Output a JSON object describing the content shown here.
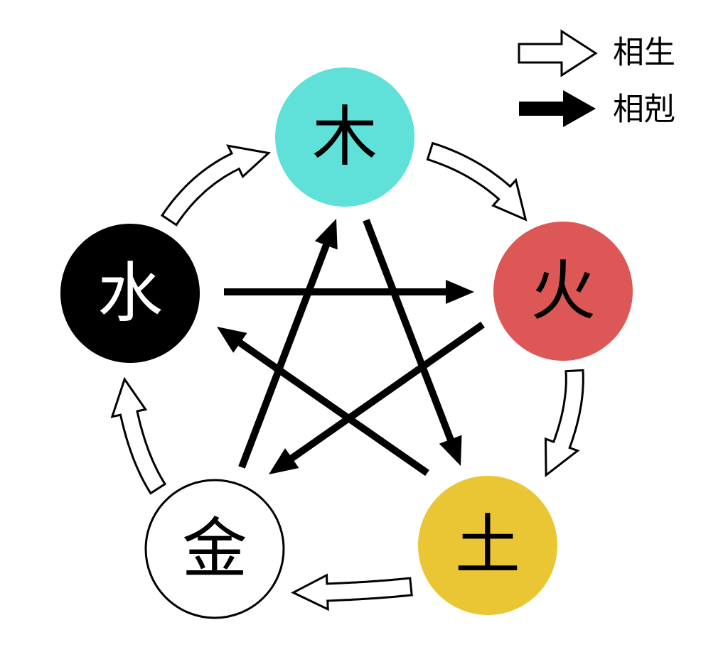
{
  "legend": {
    "generating_label": "相生",
    "overcoming_label": "相剋"
  },
  "elements": {
    "wood": {
      "label": "木",
      "fill": "#5fe0d8",
      "text_color": "#000000"
    },
    "fire": {
      "label": "火",
      "fill": "#dd5757",
      "text_color": "#000000"
    },
    "earth": {
      "label": "土",
      "fill": "#ebc634",
      "text_color": "#000000"
    },
    "metal": {
      "label": "金",
      "fill": "#ffffff",
      "text_color": "#000000"
    },
    "water": {
      "label": "水",
      "fill": "#000000",
      "text_color": "#ffffff"
    }
  },
  "generating_cycle": [
    "wood",
    "fire",
    "earth",
    "metal",
    "water"
  ],
  "overcoming_cycle": [
    [
      "wood",
      "earth"
    ],
    [
      "earth",
      "water"
    ],
    [
      "water",
      "fire"
    ],
    [
      "fire",
      "metal"
    ],
    [
      "metal",
      "wood"
    ]
  ],
  "colors": {
    "arrow": "#000000",
    "outline": "#000000",
    "hollow_arrow_fill": "#ffffff"
  }
}
